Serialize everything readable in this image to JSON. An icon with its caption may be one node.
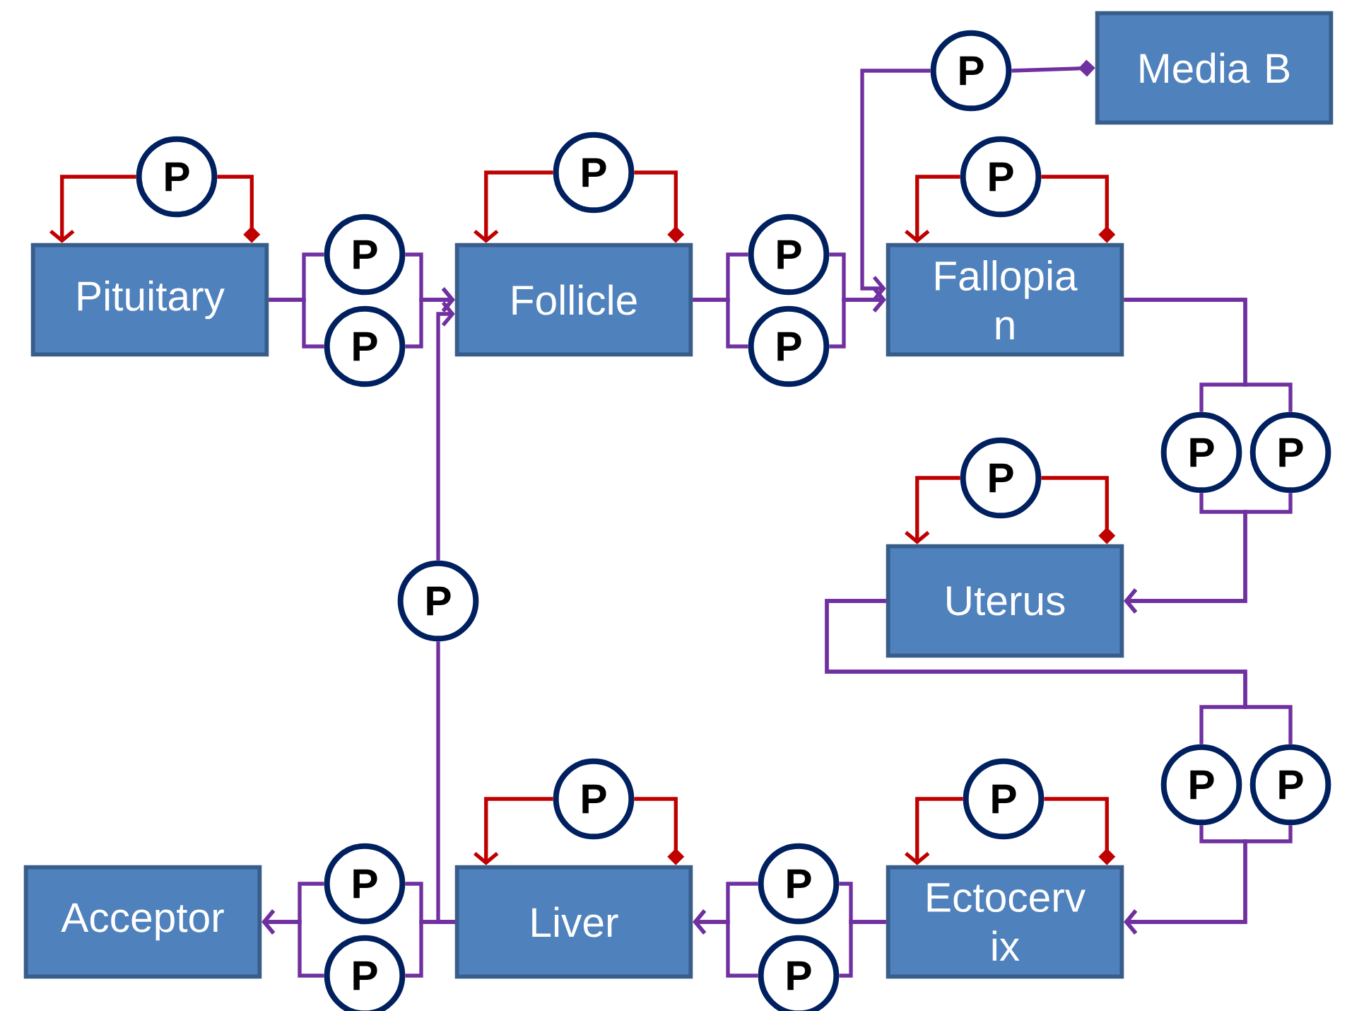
{
  "diagram": {
    "nodes": [
      {
        "text": [
          "Pituitary"
        ]
      },
      {
        "text": [
          "Follicle"
        ]
      },
      {
        "text": [
          "Media B"
        ]
      },
      {
        "text": [
          "Fallopia n"
        ]
      },
      {
        "text": [
          "Uterus"
        ]
      },
      {
        "text": [
          "Ectocerv ix"
        ]
      },
      {
        "text": [
          "Liver"
        ]
      },
      {
        "text": [
          "Acceptor"
        ]
      },
      {
        "text": [
          "P"
        ]
      },
      {
        "text": [
          "P"
        ]
      },
      {
        "text": [
          "P"
        ]
      },
      {
        "text": [
          "P"
        ]
      },
      {
        "text": [
          "P"
        ]
      },
      {
        "text": [
          "P"
        ]
      },
      {
        "text": [
          "P"
        ]
      },
      {
        "text": [
          "P"
        ]
      },
      {
        "text": [
          "P"
        ]
      },
      {
        "text": [
          "P"
        ]
      },
      {
        "text": [
          "P"
        ]
      },
      {
        "text": [
          "P"
        ]
      },
      {
        "text": [
          "P"
        ]
      },
      {
        "text": [
          "P"
        ]
      },
      {
        "text": [
          "P"
        ]
      },
      {
        "text": [
          "P"
        ]
      },
      {
        "text": [
          "P"
        ]
      },
      {
        "text": [
          "P"
        ]
      },
      {
        "text": [
          "P"
        ]
      },
      {
        "text": [
          "P"
        ]
      }
    ],
    "edges": [
      {
        "from": 0,
        "to": 8,
        "arrow": "other",
        "color": "#c00000"
      },
      {
        "from": 8,
        "to": 0,
        "arrow": "to",
        "color": "#c00000"
      },
      {
        "from": 1,
        "to": 9,
        "arrow": "other",
        "color": "#c00000"
      },
      {
        "from": 9,
        "to": 1,
        "arrow": "to",
        "color": "#c00000"
      },
      {
        "from": 3,
        "to": 11,
        "arrow": "other",
        "color": "#c00000"
      },
      {
        "from": 11,
        "to": 3,
        "arrow": "to",
        "color": "#c00000"
      },
      {
        "from": 4,
        "to": 18,
        "arrow": "other",
        "color": "#c00000"
      },
      {
        "from": 18,
        "to": 4,
        "arrow": "to",
        "color": "#c00000"
      },
      {
        "from": 5,
        "to": 21,
        "arrow": "other",
        "color": "#c00000"
      },
      {
        "from": 21,
        "to": 5,
        "arrow": "to",
        "color": "#c00000"
      },
      {
        "from": 6,
        "to": 25,
        "arrow": "other",
        "color": "#c00000"
      },
      {
        "from": 25,
        "to": 6,
        "arrow": "to",
        "color": "#c00000"
      },
      {
        "from": 2,
        "to": 10,
        "arrow": "other"
      },
      {
        "from": 10,
        "to": 3,
        "arrow": "to"
      },
      {
        "from": 0,
        "to": 12,
        "arrow": "none"
      },
      {
        "from": 0,
        "to": 13,
        "arrow": "none"
      },
      {
        "from": 12,
        "to": 1,
        "arrow": "to"
      },
      {
        "from": 13,
        "to": 1,
        "arrow": "to"
      },
      {
        "from": 1,
        "to": 14,
        "arrow": "none"
      },
      {
        "from": 1,
        "to": 15,
        "arrow": "none"
      },
      {
        "from": 14,
        "to": 3,
        "arrow": "to"
      },
      {
        "from": 15,
        "to": 3,
        "arrow": "to"
      },
      {
        "from": 3,
        "to": 16,
        "arrow": "none"
      },
      {
        "from": 3,
        "to": 17,
        "arrow": "none"
      },
      {
        "from": 16,
        "to": 4,
        "arrow": "to"
      },
      {
        "from": 17,
        "to": 4,
        "arrow": "to"
      },
      {
        "from": 4,
        "to": 19,
        "arrow": "none"
      },
      {
        "from": 4,
        "to": 20,
        "arrow": "none"
      },
      {
        "from": 19,
        "to": 5,
        "arrow": "to"
      },
      {
        "from": 20,
        "to": 5,
        "arrow": "to"
      },
      {
        "from": 5,
        "to": 22,
        "arrow": "none"
      },
      {
        "from": 5,
        "to": 23,
        "arrow": "none"
      },
      {
        "from": 22,
        "to": 6,
        "arrow": "to"
      },
      {
        "from": 23,
        "to": 6,
        "arrow": "to"
      },
      {
        "from": 6,
        "to": 26,
        "arrow": "none"
      },
      {
        "from": 6,
        "to": 27,
        "arrow": "none"
      },
      {
        "from": 26,
        "to": 7,
        "arrow": "to"
      },
      {
        "from": 27,
        "to": 7,
        "arrow": "to"
      },
      {
        "from": 6,
        "to": 24,
        "arrow": "none"
      },
      {
        "from": 24,
        "to": 1,
        "arrow": "to"
      }
    ]
  }
}
